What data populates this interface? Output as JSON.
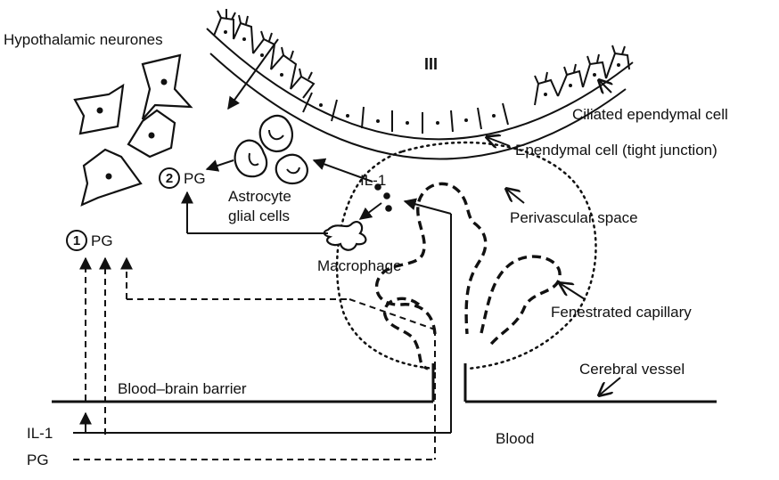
{
  "labels": {
    "hypothalamic_neurones": "Hypothalamic neurones",
    "ventricle": "III",
    "ciliated_ependymal_cell": "Ciliated ependymal cell",
    "ependymal_cell": "Ependymal cell (tight junction)",
    "il1_center": "IL-1",
    "perivascular_space": "Perivascular space",
    "astrocyte_line1": "Astrocyte",
    "astrocyte_line2": "glial cells",
    "macrophage": "Macrophage",
    "pg_2": "PG",
    "num_2": "2",
    "pg_1": "PG",
    "num_1": "1",
    "fenestrated_capillary": "Fenestrated capillary",
    "cerebral_vessel": "Cerebral vessel",
    "blood_brain_barrier": "Blood–brain barrier",
    "blood": "Blood",
    "il1_left": "IL-1",
    "pg_left": "PG"
  }
}
